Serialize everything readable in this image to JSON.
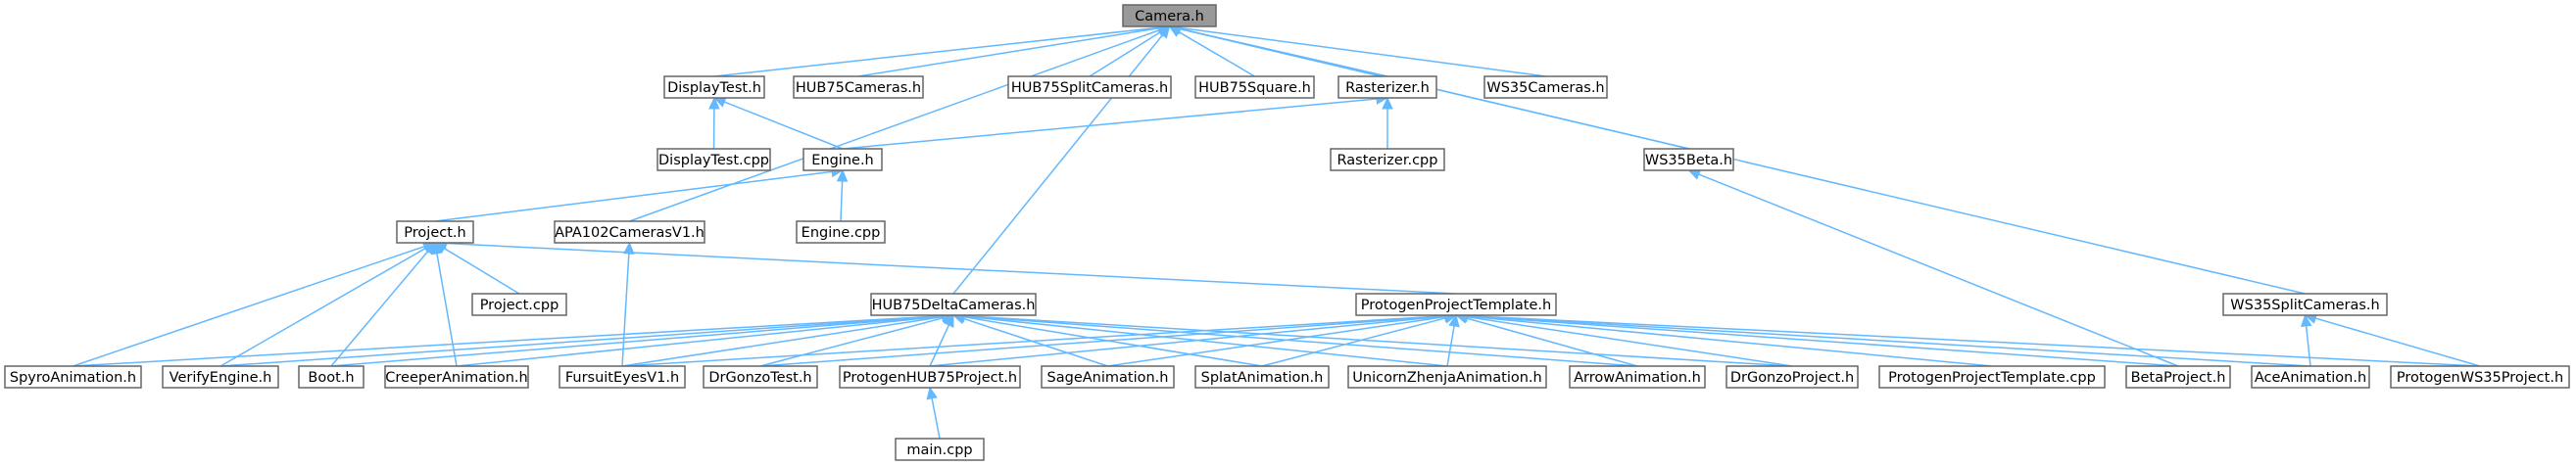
{
  "nodes": [
    {
      "id": "camera",
      "label": "Camera.h",
      "root": true
    },
    {
      "id": "displaytest",
      "label": "DisplayTest.h"
    },
    {
      "id": "hub75cams",
      "label": "HUB75Cameras.h"
    },
    {
      "id": "hub75split",
      "label": "HUB75SplitCameras.h"
    },
    {
      "id": "hub75square",
      "label": "HUB75Square.h"
    },
    {
      "id": "rasterizer",
      "label": "Rasterizer.h"
    },
    {
      "id": "ws35cams",
      "label": "WS35Cameras.h"
    },
    {
      "id": "displaytestcpp",
      "label": "DisplayTest.cpp"
    },
    {
      "id": "engine",
      "label": "Engine.h"
    },
    {
      "id": "rasterizercpp",
      "label": "Rasterizer.cpp"
    },
    {
      "id": "ws35beta",
      "label": "WS35Beta.h"
    },
    {
      "id": "project",
      "label": "Project.h"
    },
    {
      "id": "apa102",
      "label": "APA102CamerasV1.h"
    },
    {
      "id": "enginecpp",
      "label": "Engine.cpp"
    },
    {
      "id": "projectcpp",
      "label": "Project.cpp"
    },
    {
      "id": "hub75delta",
      "label": "HUB75DeltaCameras.h"
    },
    {
      "id": "protogenpt",
      "label": "ProtogenProjectTemplate.h"
    },
    {
      "id": "ws35split",
      "label": "WS35SplitCameras.h"
    },
    {
      "id": "spyro",
      "label": "SpyroAnimation.h"
    },
    {
      "id": "verify",
      "label": "VerifyEngine.h"
    },
    {
      "id": "boot",
      "label": "Boot.h"
    },
    {
      "id": "creeper",
      "label": "CreeperAnimation.h"
    },
    {
      "id": "fursuit",
      "label": "FursuitEyesV1.h"
    },
    {
      "id": "drgonzotest",
      "label": "DrGonzoTest.h"
    },
    {
      "id": "protohub75",
      "label": "ProtogenHUB75Project.h"
    },
    {
      "id": "sage",
      "label": "SageAnimation.h"
    },
    {
      "id": "splat",
      "label": "SplatAnimation.h"
    },
    {
      "id": "unicorn",
      "label": "UnicornZhenjaAnimation.h"
    },
    {
      "id": "arrow",
      "label": "ArrowAnimation.h"
    },
    {
      "id": "drgonzoproj",
      "label": "DrGonzoProject.h"
    },
    {
      "id": "protopttcpp",
      "label": "ProtogenProjectTemplate.cpp"
    },
    {
      "id": "betaproj",
      "label": "BetaProject.h"
    },
    {
      "id": "ace",
      "label": "AceAnimation.h"
    },
    {
      "id": "protows35",
      "label": "ProtogenWS35Project.h"
    },
    {
      "id": "maincpp",
      "label": "main.cpp"
    }
  ],
  "edges": [
    [
      "displaytest",
      "camera"
    ],
    [
      "hub75cams",
      "camera"
    ],
    [
      "hub75split",
      "camera"
    ],
    [
      "hub75square",
      "camera"
    ],
    [
      "rasterizer",
      "camera"
    ],
    [
      "ws35cams",
      "camera"
    ],
    [
      "ws35beta",
      "camera"
    ],
    [
      "apa102",
      "camera"
    ],
    [
      "hub75delta",
      "camera"
    ],
    [
      "ws35split",
      "camera"
    ],
    [
      "displaytestcpp",
      "displaytest"
    ],
    [
      "engine",
      "displaytest"
    ],
    [
      "engine",
      "rasterizer"
    ],
    [
      "rasterizercpp",
      "rasterizer"
    ],
    [
      "project",
      "engine"
    ],
    [
      "enginecpp",
      "engine"
    ],
    [
      "projectcpp",
      "project"
    ],
    [
      "protogenpt",
      "project"
    ],
    [
      "spyro",
      "project"
    ],
    [
      "verify",
      "project"
    ],
    [
      "boot",
      "project"
    ],
    [
      "creeper",
      "project"
    ],
    [
      "fursuit",
      "apa102"
    ],
    [
      "spyro",
      "hub75delta"
    ],
    [
      "verify",
      "hub75delta"
    ],
    [
      "boot",
      "hub75delta"
    ],
    [
      "creeper",
      "hub75delta"
    ],
    [
      "fursuit",
      "hub75delta"
    ],
    [
      "drgonzotest",
      "hub75delta"
    ],
    [
      "protohub75",
      "hub75delta"
    ],
    [
      "sage",
      "hub75delta"
    ],
    [
      "splat",
      "hub75delta"
    ],
    [
      "unicorn",
      "hub75delta"
    ],
    [
      "arrow",
      "hub75delta"
    ],
    [
      "drgonzoproj",
      "hub75delta"
    ],
    [
      "fursuit",
      "protogenpt"
    ],
    [
      "drgonzotest",
      "protogenpt"
    ],
    [
      "protohub75",
      "protogenpt"
    ],
    [
      "sage",
      "protogenpt"
    ],
    [
      "splat",
      "protogenpt"
    ],
    [
      "unicorn",
      "protogenpt"
    ],
    [
      "arrow",
      "protogenpt"
    ],
    [
      "drgonzoproj",
      "protogenpt"
    ],
    [
      "protopttcpp",
      "protogenpt"
    ],
    [
      "betaproj",
      "protogenpt"
    ],
    [
      "ace",
      "protogenpt"
    ],
    [
      "protows35",
      "protogenpt"
    ],
    [
      "betaproj",
      "ws35beta"
    ],
    [
      "ace",
      "ws35split"
    ],
    [
      "protows35",
      "ws35split"
    ],
    [
      "maincpp",
      "protohub75"
    ]
  ]
}
